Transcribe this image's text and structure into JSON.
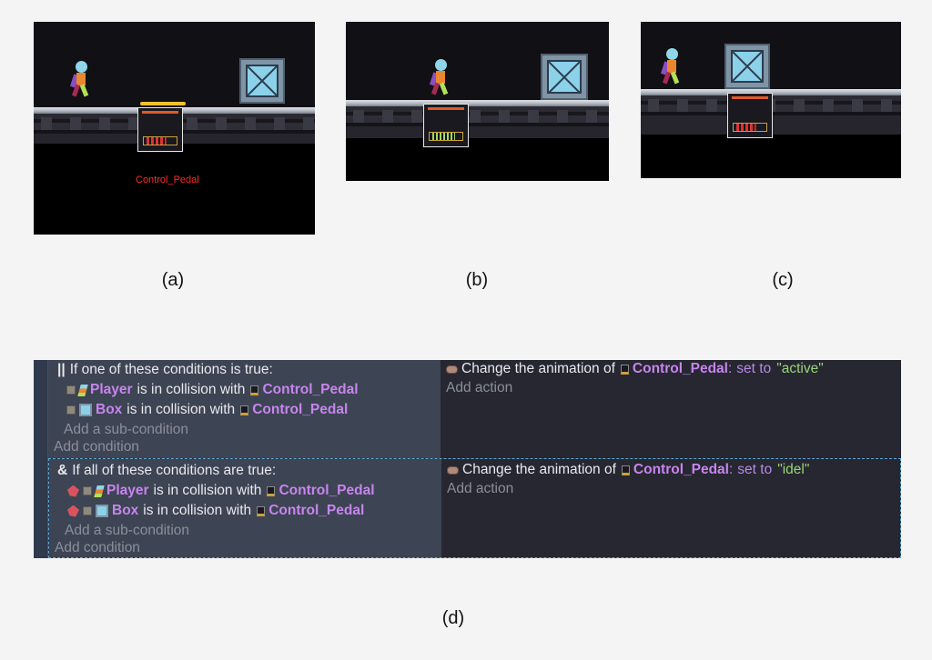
{
  "panels": {
    "a": {
      "caption": "(a)",
      "object_label": "Control_Pedal"
    },
    "b": {
      "caption": "(b)"
    },
    "c": {
      "caption": "(c)"
    }
  },
  "sheet": {
    "caption": "(d)",
    "event1": {
      "header_symbol": "||",
      "header": "If one of these conditions is true:",
      "conditions": [
        {
          "object": "Player",
          "verb": "is in collision with",
          "target": "Control_Pedal"
        },
        {
          "object": "Box",
          "verb": "is in collision with",
          "target": "Control_Pedal"
        }
      ],
      "add_sub_condition": "Add a sub-condition",
      "add_condition": "Add condition",
      "action": {
        "text": "Change the animation of",
        "object": "Control_Pedal",
        "colon": ":",
        "set_to": "set to",
        "value": "\"active\""
      },
      "add_action": "Add action"
    },
    "event2": {
      "header_symbol": "&",
      "header": "If all of these conditions are true:",
      "conditions": [
        {
          "object": "Player",
          "verb": "is in collision with",
          "target": "Control_Pedal"
        },
        {
          "object": "Box",
          "verb": "is in collision with",
          "target": "Control_Pedal"
        }
      ],
      "add_sub_condition": "Add a sub-condition",
      "add_condition": "Add condition",
      "action": {
        "text": "Change the animation of",
        "object": "Control_Pedal",
        "colon": ":",
        "set_to": "set to",
        "value": "\"idel\""
      },
      "add_action": "Add action"
    }
  },
  "icons": [
    "player-icon",
    "box-icon",
    "control-pedal-icon",
    "object-type-icon",
    "animation-icon",
    "invert-condition-icon"
  ],
  "colors": {
    "object_name": "#c785ee",
    "string_value": "#9ad37a",
    "label_red": "#ff2a2a",
    "selection_border": "#5aa8d8"
  }
}
